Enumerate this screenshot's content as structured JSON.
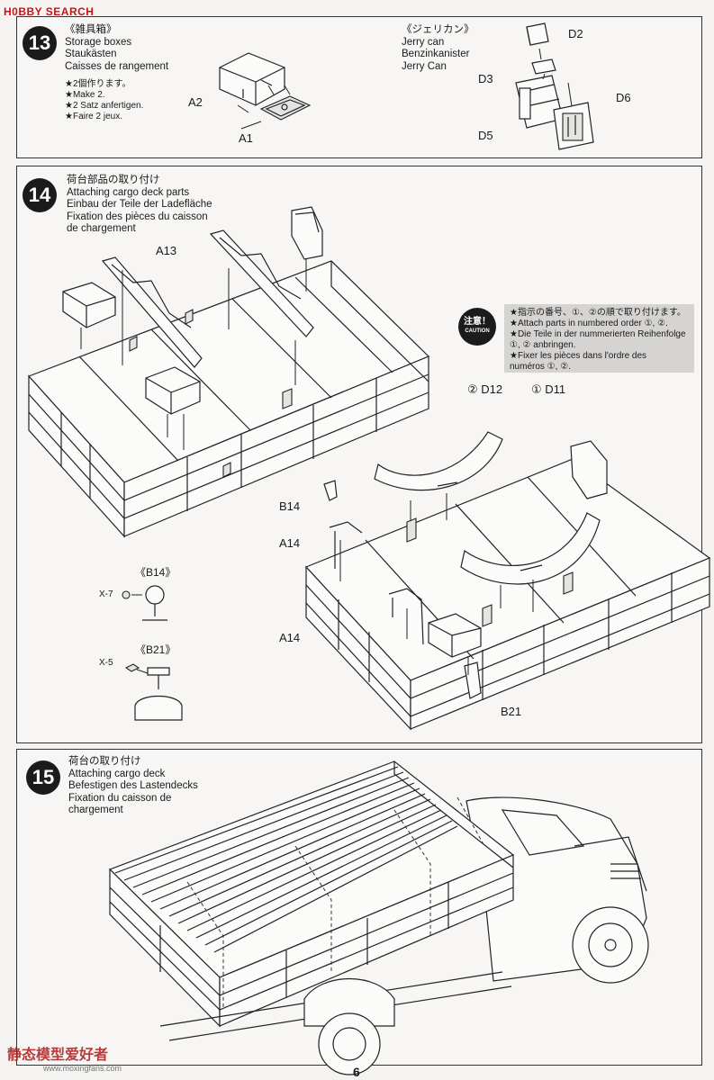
{
  "watermark_top": "H0BBY SEARCH",
  "watermark_bottom": "静态模型爱好者",
  "watermark_url": "www.moxingfans.com",
  "page_number": "6",
  "step13": {
    "number": "13",
    "storage": {
      "title_ja": "《雑具箱》",
      "title_en": "Storage boxes",
      "title_de": "Staukästen",
      "title_fr": "Caisses de rangement",
      "notes": [
        "★2個作ります。",
        "★Make 2.",
        "★2 Satz anfertigen.",
        "★Faire 2 jeux."
      ],
      "labels": [
        "A2",
        "A1"
      ]
    },
    "jerry": {
      "title_ja": "《ジェリカン》",
      "title_en": "Jerry can",
      "title_de": "Benzinkanister",
      "title_fr": "Jerry Can",
      "labels": [
        "D2",
        "D3",
        "D6",
        "D5"
      ]
    }
  },
  "step14": {
    "number": "14",
    "title_ja": "荷台部品の取り付け",
    "title_en": "Attaching cargo deck parts",
    "title_de": "Einbau der Teile der Ladefläche",
    "title_fr1": "Fixation des pièces du caisson",
    "title_fr2": "de chargement",
    "caution_badge": "注意！",
    "caution_badge_sub": "CAUTION",
    "caution_lines": [
      "★指示の番号、①、②の順で取り付けます。",
      "★Attach parts in numbered order ①, ②.",
      "★Die Teile in der nummerierten Reihenfolge",
      "①, ② anbringen.",
      "★Fixer les pièces dans l'ordre des",
      "numéros ①, ②."
    ],
    "labels": {
      "a13": "A13",
      "d12": "② D12",
      "d11": "① D11",
      "b14": "B14",
      "a14a": "A14",
      "a14b": "A14",
      "b21": "B21",
      "inset_b14": "《B14》",
      "inset_b21": "《B21》",
      "x7": "X-7",
      "x5": "X-5"
    }
  },
  "step15": {
    "number": "15",
    "title_ja": "荷台の取り付け",
    "title_en": "Attaching cargo deck",
    "title_de": "Befestigen des Lastendecks",
    "title_fr1": "Fixation du caisson de",
    "title_fr2": "chargement"
  }
}
